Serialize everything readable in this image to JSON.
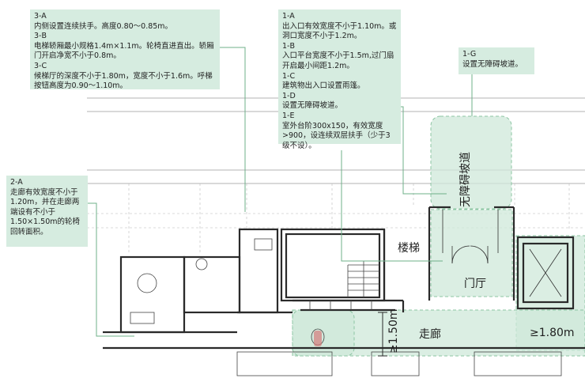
{
  "notes": {
    "n3": "3-A\n内侧设置连续扶手。高度0.80～0.85m。\n3-B\n电梯轿厢最小规格1.4m×1.1m。轮椅直进直出。轿厢门开启净宽不小于0.8m。\n3-C\n候梯厅的深度不小于1.80m，宽度不小于1.6m。呼梯按钮高度为0.90～1.10m。",
    "n1": "1-A\n出入口有效宽度不小于1.10m。或洞口宽度不小于1.2m。\n1-B\n入口平台宽度不小于1.5m,过门扇开启最小间距1.2m。\n1-C\n建筑物出入口设置雨篷。\n1-D\n设置无障碍坡道。\n1-E\n室外台阶300x150，有效宽度>900，设连续双层扶手（少于3级不设）。",
    "n1g": "1-G\n设置无障碍坡道。",
    "n2": "2-A\n走廊有效宽度不小于1.20m，并在走廊两端设有不小于1.50×1.50m的轮椅回转面积。"
  },
  "rooms": {
    "ramp": "无障碍坡道",
    "stair": "楼梯",
    "hall": "门厅",
    "corridor": "走廊"
  },
  "dims": {
    "corridor_width": "≥1.50m",
    "lobby_depth": "≥1.80m"
  },
  "colors": {
    "note_bg": "#d6ece0",
    "highlight": "#cfe8da",
    "leader": "#6fb08a",
    "wall": "#2a2a2a"
  }
}
